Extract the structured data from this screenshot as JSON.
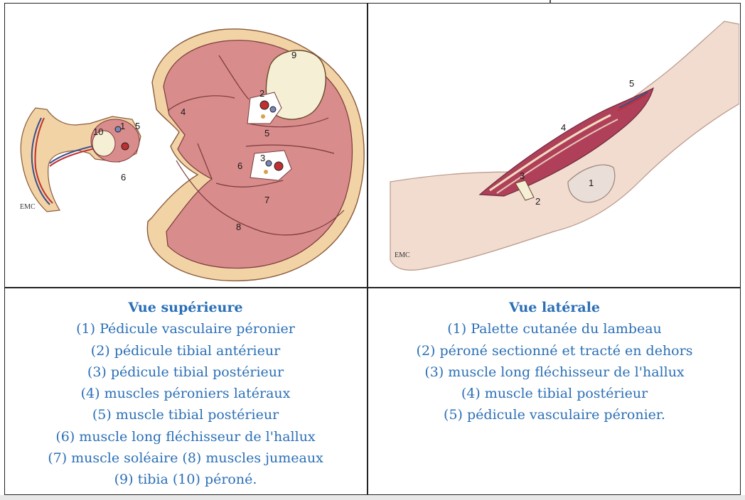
{
  "left_panel": {
    "title": "Vue supérieure",
    "lines": [
      "(1) Pédicule vasculaire péronier",
      "(2) pédicule tibial antérieur",
      "(3) pédicule tibial postérieur",
      "(4) muscles péroniers latéraux",
      "(5) muscle tibial postérieur",
      "(6) muscle long fléchisseur de l'hallux",
      "(7) muscle soléaire (8) muscles jumeaux",
      "(9) tibia (10) péroné."
    ],
    "figure_labels": [
      "1",
      "2",
      "3",
      "4",
      "5",
      "5",
      "6",
      "6",
      "7",
      "8",
      "9",
      "10"
    ],
    "watermark": "EMC"
  },
  "right_panel": {
    "title": "Vue latérale",
    "lines": [
      "(1) Palette cutanée du lambeau",
      "(2) péroné sectionné et tracté en dehors",
      "(3) muscle long fléchisseur de l'hallux",
      "(4) muscle tibial postérieur",
      "(5) pédicule vasculaire péronier."
    ],
    "figure_labels": [
      "1",
      "2",
      "3",
      "4",
      "5"
    ],
    "watermark": "EMC"
  },
  "colors": {
    "caption_text": "#2a6fb6",
    "muscle": "#d98c8c",
    "skin_fat": "#f1d3a6",
    "bone": "#f5efd6",
    "border": "#222222"
  }
}
